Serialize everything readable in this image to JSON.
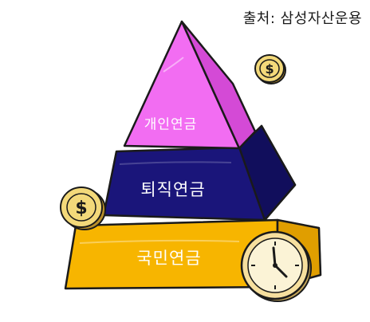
{
  "source": "출처: 삼성자산운용",
  "tiers": [
    {
      "label": "개인연금",
      "color": "#f26df2"
    },
    {
      "label": "퇴직연금",
      "color": "#1a157a"
    },
    {
      "label": "국민연금",
      "color": "#f7b500"
    }
  ],
  "icons": {
    "coin": "dollar-coin-icon",
    "clock": "clock-icon"
  }
}
